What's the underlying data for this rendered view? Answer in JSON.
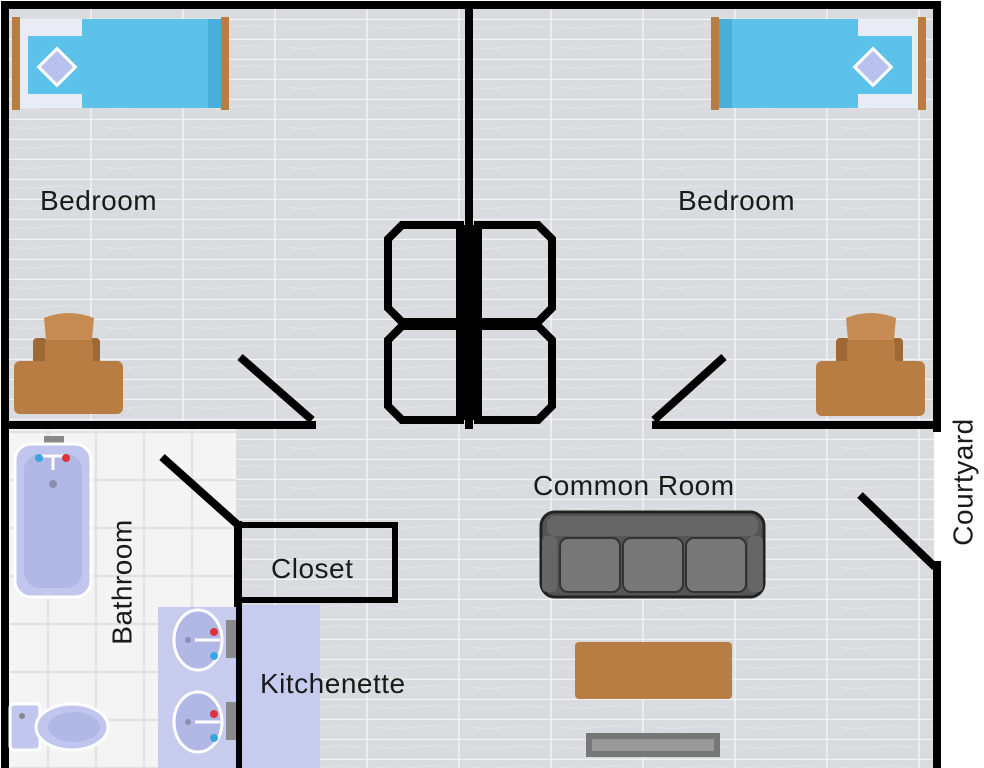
{
  "rooms": {
    "bedroom_left": "Bedroom",
    "bedroom_right": "Bedroom",
    "common_room": "Common Room",
    "closet": "Closet",
    "kitchenette": "Kitchenette",
    "bathroom": "Bathroom"
  },
  "outside": {
    "courtyard": "Courtyard"
  },
  "colors": {
    "wall": "#000000",
    "floor": "#d9dbde",
    "floor_line": "#f2f3f4",
    "tile": "#f4f4f4",
    "bed_blanket": "#5cc2ea",
    "bed_frame": "#b87d43",
    "pillow": "#b9c2ee",
    "desk_wood": "#b87d43",
    "fixture": "#c0c6ee",
    "kitchen_counter": "#c7cbed",
    "sofa": "#555555",
    "table_wood": "#b87d43"
  },
  "icons": [
    "bed-icon",
    "desk-chair-icon",
    "bathtub-icon",
    "sink-icon",
    "toilet-icon",
    "sofa-icon",
    "coffee-table-icon",
    "tv-stand-icon",
    "wardrobe-icon"
  ]
}
